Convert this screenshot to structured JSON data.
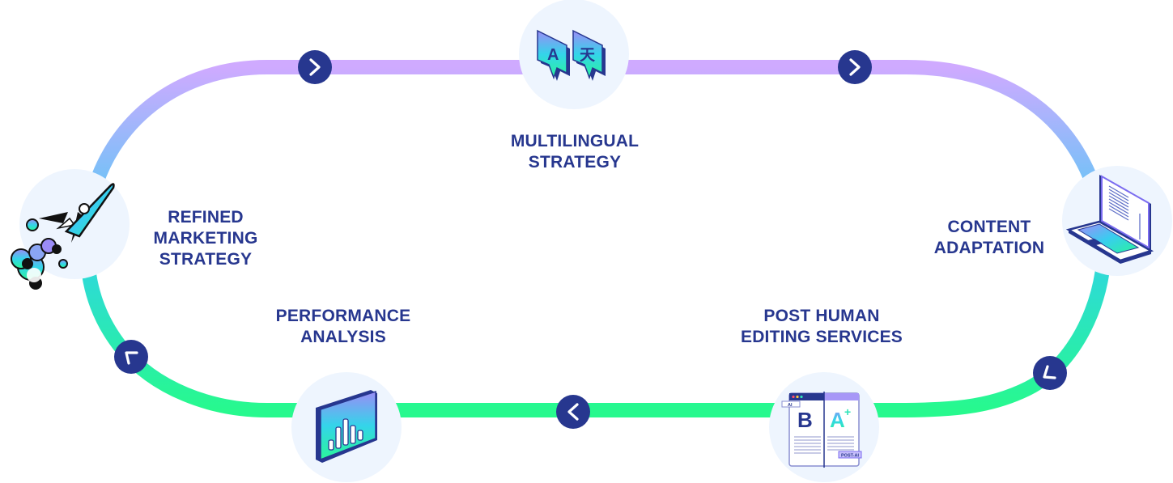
{
  "diagram": {
    "type": "cycle",
    "colors": {
      "text": "#27378f",
      "arrow_bg": "#27378f",
      "arrow_glyph": "#ffffff",
      "icon_bg": "#eef5fe",
      "track_top": "#cfaaff",
      "track_mid": "#6fc3f7",
      "track_lower": "#2ddcd3",
      "track_bottom": "#27f98e"
    },
    "steps": [
      {
        "id": "multilingual-strategy",
        "lines": [
          "MULTILINGUAL",
          "STRATEGY"
        ],
        "icon": "translate-speech-bubbles-icon"
      },
      {
        "id": "content-adaptation",
        "lines": [
          "CONTENT",
          "ADAPTATION"
        ],
        "icon": "laptop-icon"
      },
      {
        "id": "post-human-editing",
        "lines": [
          "POST HUMAN",
          "EDITING SERVICES"
        ],
        "icon": "document-compare-icon",
        "icon_tags": [
          "AI",
          "POST-AI"
        ],
        "icon_letters": [
          "B",
          "A"
        ]
      },
      {
        "id": "performance-analysis",
        "lines": [
          "PERFORMANCE",
          "ANALYSIS"
        ],
        "icon": "bar-chart-icon"
      },
      {
        "id": "refined-marketing-strategy",
        "lines": [
          "REFINED",
          "MARKETING",
          "STRATEGY"
        ],
        "icon": "rocket-icon"
      }
    ],
    "arrows": [
      {
        "direction": "right",
        "segment": "top-left"
      },
      {
        "direction": "right",
        "segment": "top-right"
      },
      {
        "direction": "down-left",
        "segment": "right-lower"
      },
      {
        "direction": "left",
        "segment": "bottom"
      },
      {
        "direction": "up-left",
        "segment": "left-lower"
      }
    ]
  }
}
